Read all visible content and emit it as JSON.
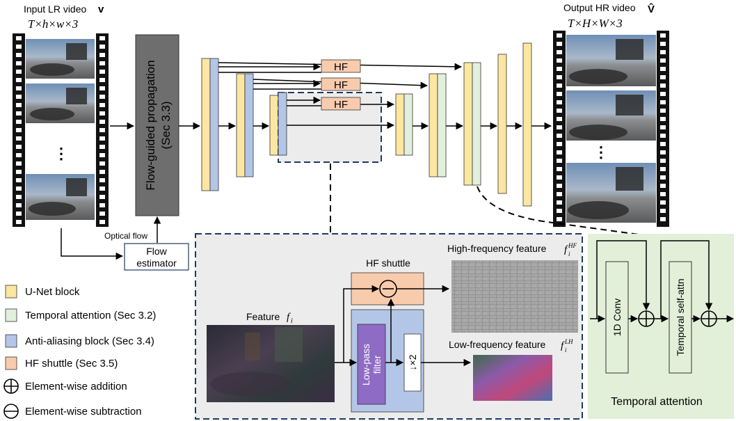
{
  "input": {
    "title": "Input LR video",
    "title_symbol": "v",
    "dims": "T×h×w×3",
    "ellipsis": "⋮"
  },
  "output": {
    "title": "Output HR video",
    "title_symbol": "V̂",
    "dims": "T×H×W×3",
    "ellipsis": "⋮"
  },
  "propagation": {
    "line1": "Flow-guided propagation",
    "line2": "(Sec 3.3)"
  },
  "flow": {
    "optical_flow_label": "Optical flow",
    "estimator_line1": "Flow",
    "estimator_line2": "estimator"
  },
  "hf_labels": [
    "HF",
    "HF",
    "HF"
  ],
  "detail": {
    "feature_label": "Feature",
    "feature_symbol": "f",
    "feature_sub": "i",
    "hf_shuttle_label": "HF shuttle",
    "high_freq_label": "High-frequency feature",
    "high_freq_sub": "i",
    "high_freq_sup": "HF",
    "low_freq_label": "Low-frequency feature",
    "low_freq_sub": "i",
    "low_freq_sup": "LH",
    "lowpass_line1": "Low-pass",
    "lowpass_line2": "filter",
    "downsample": "↓×2"
  },
  "temporal": {
    "conv_label": "1D Conv",
    "selfattn_label": "Temporal self-attn",
    "caption": "Temporal attention"
  },
  "legend": [
    {
      "label": "U-Net block",
      "color": "#fbe6a2"
    },
    {
      "label": "Temporal attention (Sec 3.2)",
      "color": "#e2efdc"
    },
    {
      "label": "Anti-aliasing block (Sec 3.4)",
      "color": "#b4c6e7"
    },
    {
      "label": "HF shuttle (Sec 3.5)",
      "color": "#f8cbad"
    },
    {
      "label": "Element-wise addition",
      "symbol": "plus"
    },
    {
      "label": "Element-wise subtraction",
      "symbol": "minus"
    }
  ],
  "colors": {
    "unet": "#fbe6a2",
    "temporal": "#e2efdc",
    "antialias": "#b4c6e7",
    "hf": "#f8cbad",
    "propagation": "#6e6e6e",
    "detail_bg": "#ececec",
    "detail_border": "#1f3864",
    "temporal_bg": "#e2efd9",
    "lowpass": "#8e6bc4",
    "film": "#111111"
  }
}
